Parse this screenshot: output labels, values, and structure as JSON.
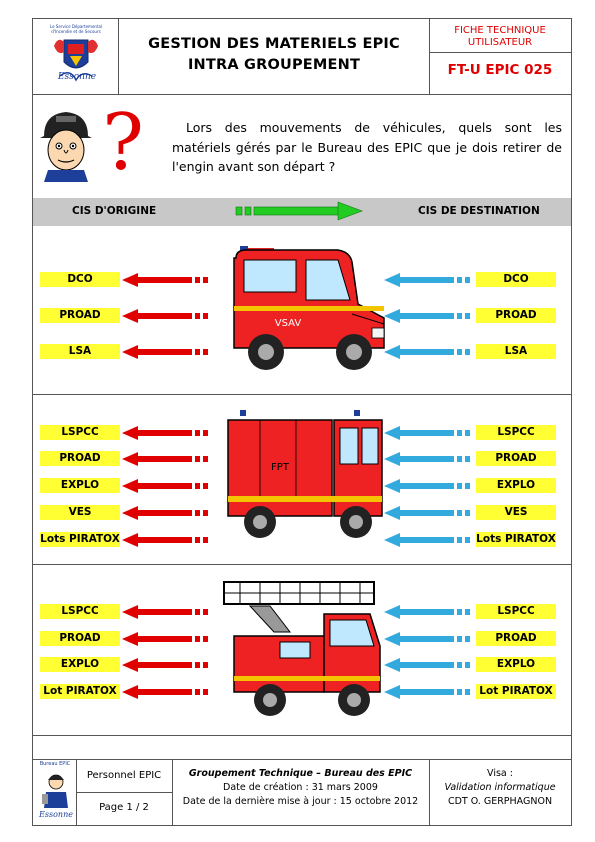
{
  "header": {
    "logo_lines": [
      "Le Service Départemental",
      "d'Incendie et de Secours",
      "Essonne"
    ],
    "title_line1": "GESTION DES MATERIELS EPIC",
    "title_line2": "INTRA GROUPEMENT",
    "fiche_line1": "FICHE TECHNIQUE",
    "fiche_line2": "UTILISATEUR",
    "fiche_code": "FT-U EPIC 025"
  },
  "question": {
    "symbol": "?",
    "text": "Lors des mouvements de véhicules, quels sont les matériels gérés par le Bureau des EPIC que je dois retirer de l'engin avant son départ ?"
  },
  "bar": {
    "origin_label": "CIS D'ORIGINE",
    "destination_label": "CIS DE DESTINATION"
  },
  "sections": [
    {
      "vehicle": "vsav",
      "vehicle_label": "VSAV",
      "items": [
        "DCO",
        "PROAD",
        "LSA"
      ]
    },
    {
      "vehicle": "fpt",
      "vehicle_label": "FPT",
      "items": [
        "LSPCC",
        "PROAD",
        "EXPLO",
        "VES",
        "Lots PIRATOX"
      ]
    },
    {
      "vehicle": "epa",
      "vehicle_label": "",
      "items": [
        "LSPCC",
        "PROAD",
        "EXPLO",
        "Lot PIRATOX"
      ]
    }
  ],
  "footer": {
    "logo_caption": "Bureau EPIC",
    "logo_signature": "Essonne",
    "personnel": "Personnel EPIC",
    "page": "Page 1 / 2",
    "groupement": "Groupement Technique – Bureau des EPIC",
    "creation": "Date de création : 31 mars 2009",
    "update": "Date de la dernière mise à jour : 15 octobre 2012",
    "visa_label": "Visa :",
    "visa_value": "Validation informatique",
    "visa_name": "CDT O. GERPHAGNON"
  },
  "colors": {
    "red_arrow": "#e00000",
    "blue_arrow": "#33aadd",
    "tag_yellow": "#ffff33",
    "bar_gray": "#c8c8c8",
    "green_arrow": "#22cc22",
    "truck_red": "#ee2222"
  }
}
